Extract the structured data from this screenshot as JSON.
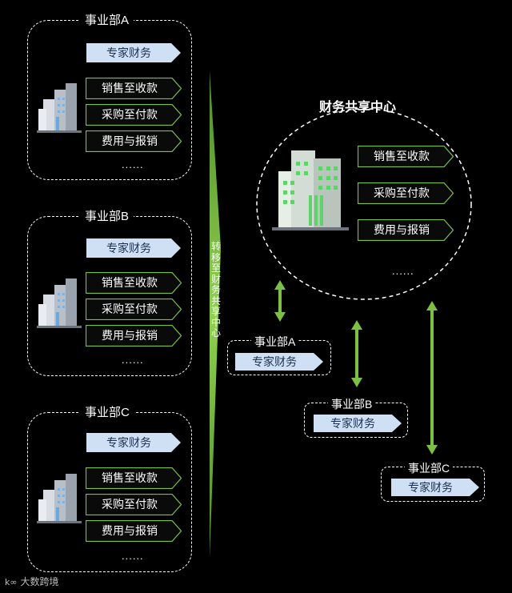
{
  "left_units": [
    {
      "title": "事业部A",
      "expert": "专家财务",
      "processes": [
        "销售至收款",
        "采购至付款",
        "费用与报销"
      ],
      "more": "......"
    },
    {
      "title": "事业部B",
      "expert": "专家财务",
      "processes": [
        "销售至收款",
        "采购至付款",
        "费用与报销"
      ],
      "more": "......"
    },
    {
      "title": "事业部C",
      "expert": "专家财务",
      "processes": [
        "销售至收款",
        "采购至付款",
        "费用与报销"
      ],
      "more": "......"
    }
  ],
  "transfer_arrow": {
    "label": "转移至财务共享中心"
  },
  "shared_center": {
    "title": "财务共享中心",
    "processes": [
      "销售至收款",
      "采购至付款",
      "费用与报销"
    ],
    "more": "......"
  },
  "right_units": [
    {
      "title": "事业部A",
      "expert": "专家财务"
    },
    {
      "title": "事业部B",
      "expert": "专家财务"
    },
    {
      "title": "事业部C",
      "expert": "专家财务"
    }
  ],
  "watermark": {
    "logo": "k∞",
    "text": "大数跨境"
  },
  "colors": {
    "background": "#000000",
    "accent_green": "#7bc043",
    "process_fill": "#0a0a0a",
    "expert_fill": "#cfe0f5",
    "building_gray": "#b9bfc7",
    "building_green": "#5fd26a"
  }
}
